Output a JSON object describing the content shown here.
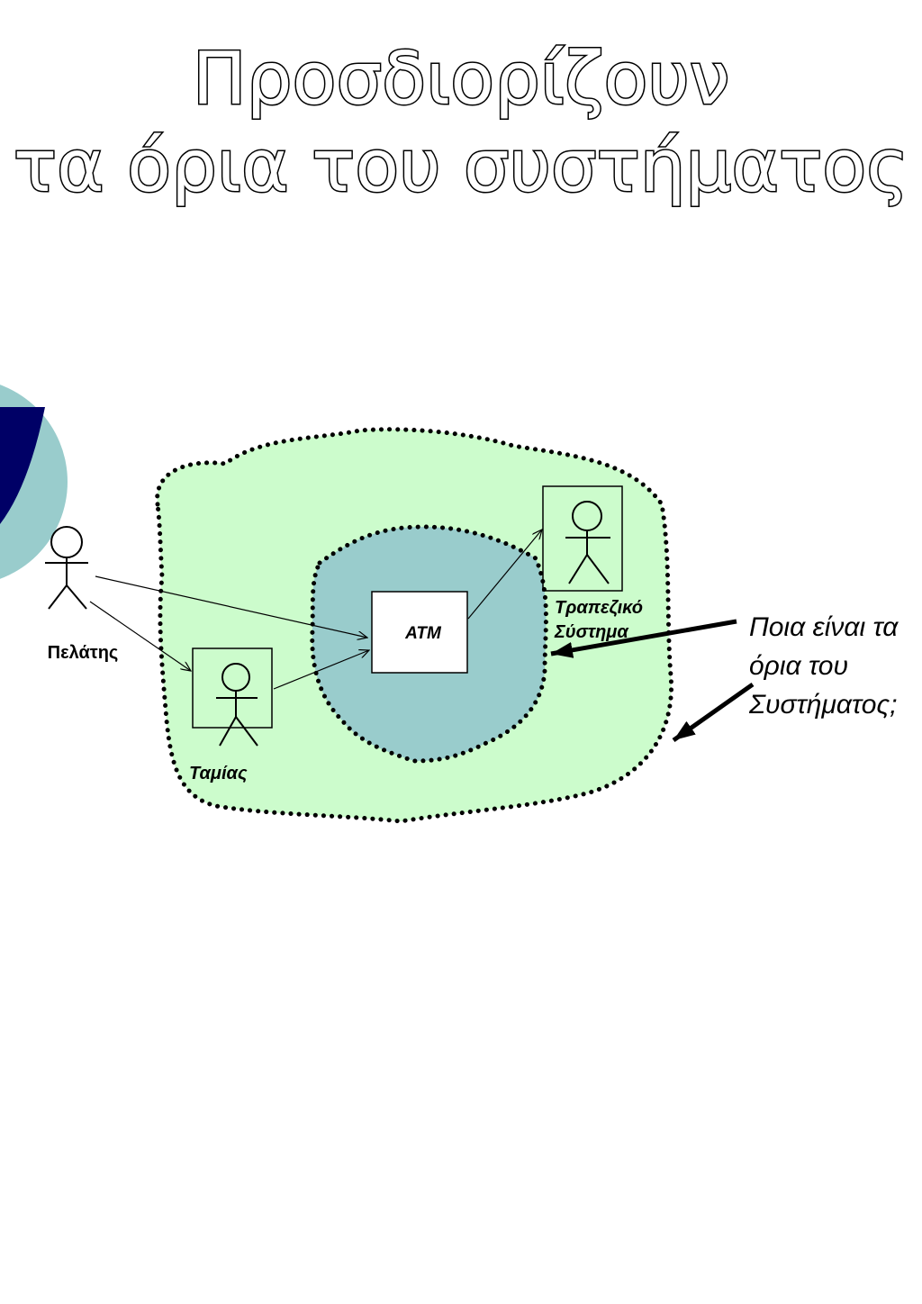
{
  "title": {
    "line1": "Προσδιορίζουν",
    "line2": "τα όρια του συστήματος"
  },
  "diagram": {
    "actors": {
      "customer": "Πελάτης",
      "cashier": "Ταμίας",
      "bank_system_line1": "Τραπεζικό",
      "bank_system_line2": "Σύστημα"
    },
    "system_box": "ATM",
    "question": {
      "line1": "Ποια είναι τα",
      "line2": "όρια του",
      "line3": "Συστήματος;"
    }
  },
  "colors": {
    "outer_region": "#ccfccc",
    "inner_region": "#99cccc",
    "deco_dark": "#000066",
    "deco_light": "#99cccc"
  }
}
